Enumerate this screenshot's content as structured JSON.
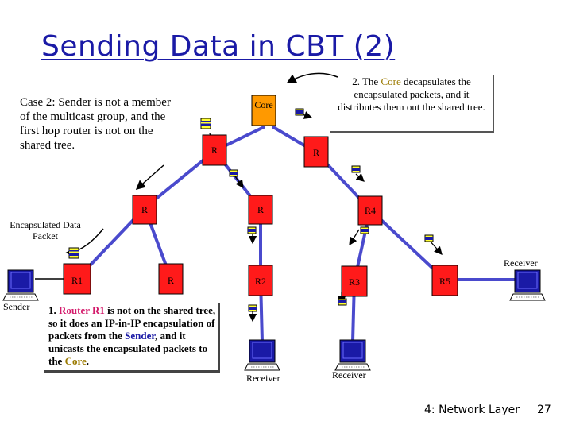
{
  "title": "Sending Data in CBT (2)",
  "case2": "Case 2: Sender is not a member of the multicast group, and the first hop router is not on the shared tree.",
  "core_note": {
    "p1": "2. The ",
    "core": "Core",
    "p2": " decapsulates the encapsulated packets, and it distributes them out the shared tree."
  },
  "r1_note": {
    "p1": "1. ",
    "router": "Router R1",
    "p2": " is not on the shared tree, so it does an IP-in-IP encapsulation of packets from the ",
    "sender": "Sender",
    "p3": ", and it unicasts the encapsulated packets to the ",
    "core": "Core",
    "p4": "."
  },
  "encap_label": "Encapsulated Data Packet",
  "labels": {
    "core": "Core",
    "r_a": "R",
    "r_b": "R",
    "r_c": "R",
    "r_d": "R",
    "r4": "R4",
    "r1": "R1",
    "r_e": "R",
    "r2": "R2",
    "r3": "R3",
    "r5": "R5",
    "sender": "Sender",
    "receiver_right": "Receiver",
    "receiver_r2": "Receiver",
    "receiver_r3": "Receiver"
  },
  "footer": "4: Network Layer",
  "page": "27",
  "colors": {
    "link": "#4a4acd",
    "router": "#ff1a1a",
    "core": "#ff9900",
    "host": "#1a1aa6",
    "packet": "#ffff33"
  }
}
